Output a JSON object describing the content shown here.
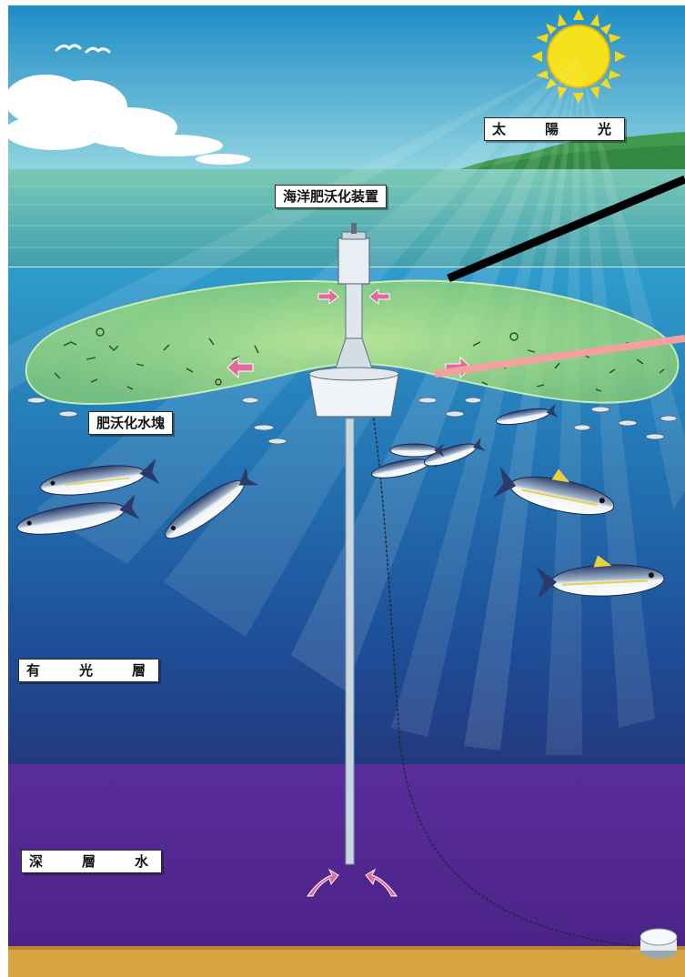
{
  "labels": {
    "sunlight": "太　陽　光",
    "device": "海洋肥沃化装置",
    "fertile_water_mass": "肥沃化水塊",
    "photic_layer": "有　光　層",
    "deep_water": "深　層　水"
  },
  "colors": {
    "sky_top": "#1f8cc4",
    "sky_bottom": "#8fd3e0",
    "sea_surface": "#5fb8a8",
    "upper_water": "#2a8fc4",
    "mid_water": "#1c5f9c",
    "photic_bottom": "#243c88",
    "deep_water": "#5a2d9a",
    "seabed": "#d9a542",
    "fertile_zone": "#a6e07a",
    "sun": "#f6e21a",
    "pointer_black": "#000000",
    "pointer_pink": "#f4a0a0",
    "arrow_pink": "#e06a9a"
  },
  "icons": [
    "sun-icon",
    "cloud-icon",
    "seagull-icon",
    "fish-icon",
    "buoy-device-icon",
    "anchor-weight-icon",
    "upwelling-arrow-icon"
  ]
}
